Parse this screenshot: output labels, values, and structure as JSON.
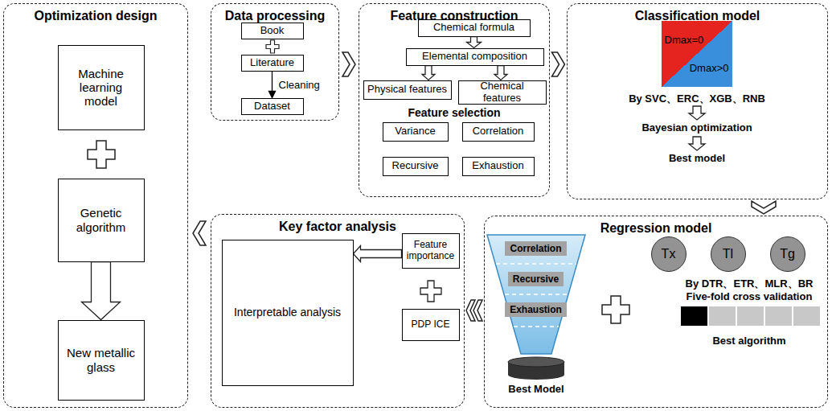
{
  "diagram": {
    "nodes": [
      {
        "text": [
          "Optimization design"
        ]
      },
      {
        "text": [
          "Machine learning model"
        ],
        "in": 0
      },
      {
        "text": [
          "Genetic algorithm"
        ],
        "in": 0
      },
      {
        "text": [
          "New metallic glass"
        ],
        "in": 0
      },
      {
        "text": [
          "Data processing"
        ]
      },
      {
        "text": [
          "Book"
        ],
        "in": 4
      },
      {
        "text": [
          "Literature"
        ],
        "in": 4
      },
      {
        "text": [
          "Dataset"
        ],
        "in": 4
      },
      {
        "text": [
          "Feature construction"
        ]
      },
      {
        "text": [
          "Chemical formula"
        ],
        "in": 8
      },
      {
        "text": [
          "Elemental composition"
        ],
        "in": 8
      },
      {
        "text": [
          "Physical features"
        ],
        "in": 8
      },
      {
        "text": [
          "Chemical features"
        ],
        "in": 8
      },
      {
        "text": [
          "Variance"
        ],
        "in": 8
      },
      {
        "text": [
          "Correlation"
        ],
        "in": 8
      },
      {
        "text": [
          "Recursive"
        ],
        "in": 8
      },
      {
        "text": [
          "Exhaustion"
        ],
        "in": 8
      },
      {
        "text": [
          "Classification model"
        ]
      },
      {
        "text": [
          "Dmax=0",
          "Dmax>0"
        ],
        "in": 17
      },
      {
        "text": [
          "Key factor analysis"
        ]
      },
      {
        "text": [
          "Interpretable analysis"
        ],
        "in": 19
      },
      {
        "text": [
          "Feature importance"
        ],
        "in": 19
      },
      {
        "text": [
          "PDP ICE"
        ],
        "in": 19
      },
      {
        "text": [
          "Regression model"
        ]
      },
      {
        "text": [
          "Correlation"
        ],
        "in": 23
      },
      {
        "text": [
          "Recursive"
        ],
        "in": 23
      },
      {
        "text": [
          "Exhaustion"
        ],
        "in": 23
      },
      {
        "text": [
          "Tx"
        ],
        "in": 23
      },
      {
        "text": [
          "Tl"
        ],
        "in": 23
      },
      {
        "text": [
          "Tg"
        ],
        "in": 23
      }
    ],
    "edges": [
      {
        "from": 4,
        "to": 8,
        "arrow": "to"
      },
      {
        "from": 8,
        "to": 17,
        "arrow": "to"
      },
      {
        "from": 17,
        "to": 23,
        "arrow": "to"
      },
      {
        "from": 23,
        "to": 19,
        "arrow": "to"
      },
      {
        "from": 19,
        "to": 0,
        "arrow": "to"
      },
      {
        "from": 6,
        "to": 7,
        "label": "Cleaning",
        "arrow": "to"
      },
      {
        "from": 9,
        "to": 10,
        "arrow": "to"
      },
      {
        "from": 10,
        "to": 11,
        "arrow": "to"
      },
      {
        "from": 10,
        "to": 12,
        "arrow": "to"
      },
      {
        "from": 2,
        "to": 3,
        "arrow": "to"
      },
      {
        "from": 21,
        "to": 20,
        "arrow": "to"
      }
    ],
    "labels": [
      "Feature selection",
      "By SVC、ERC、XGB、RNB",
      "Bayesian optimization",
      "Best model",
      "Best Model",
      "By DTR、ETR、MLR、BR",
      "Five-fold cross validation",
      "Best algorithm"
    ]
  }
}
